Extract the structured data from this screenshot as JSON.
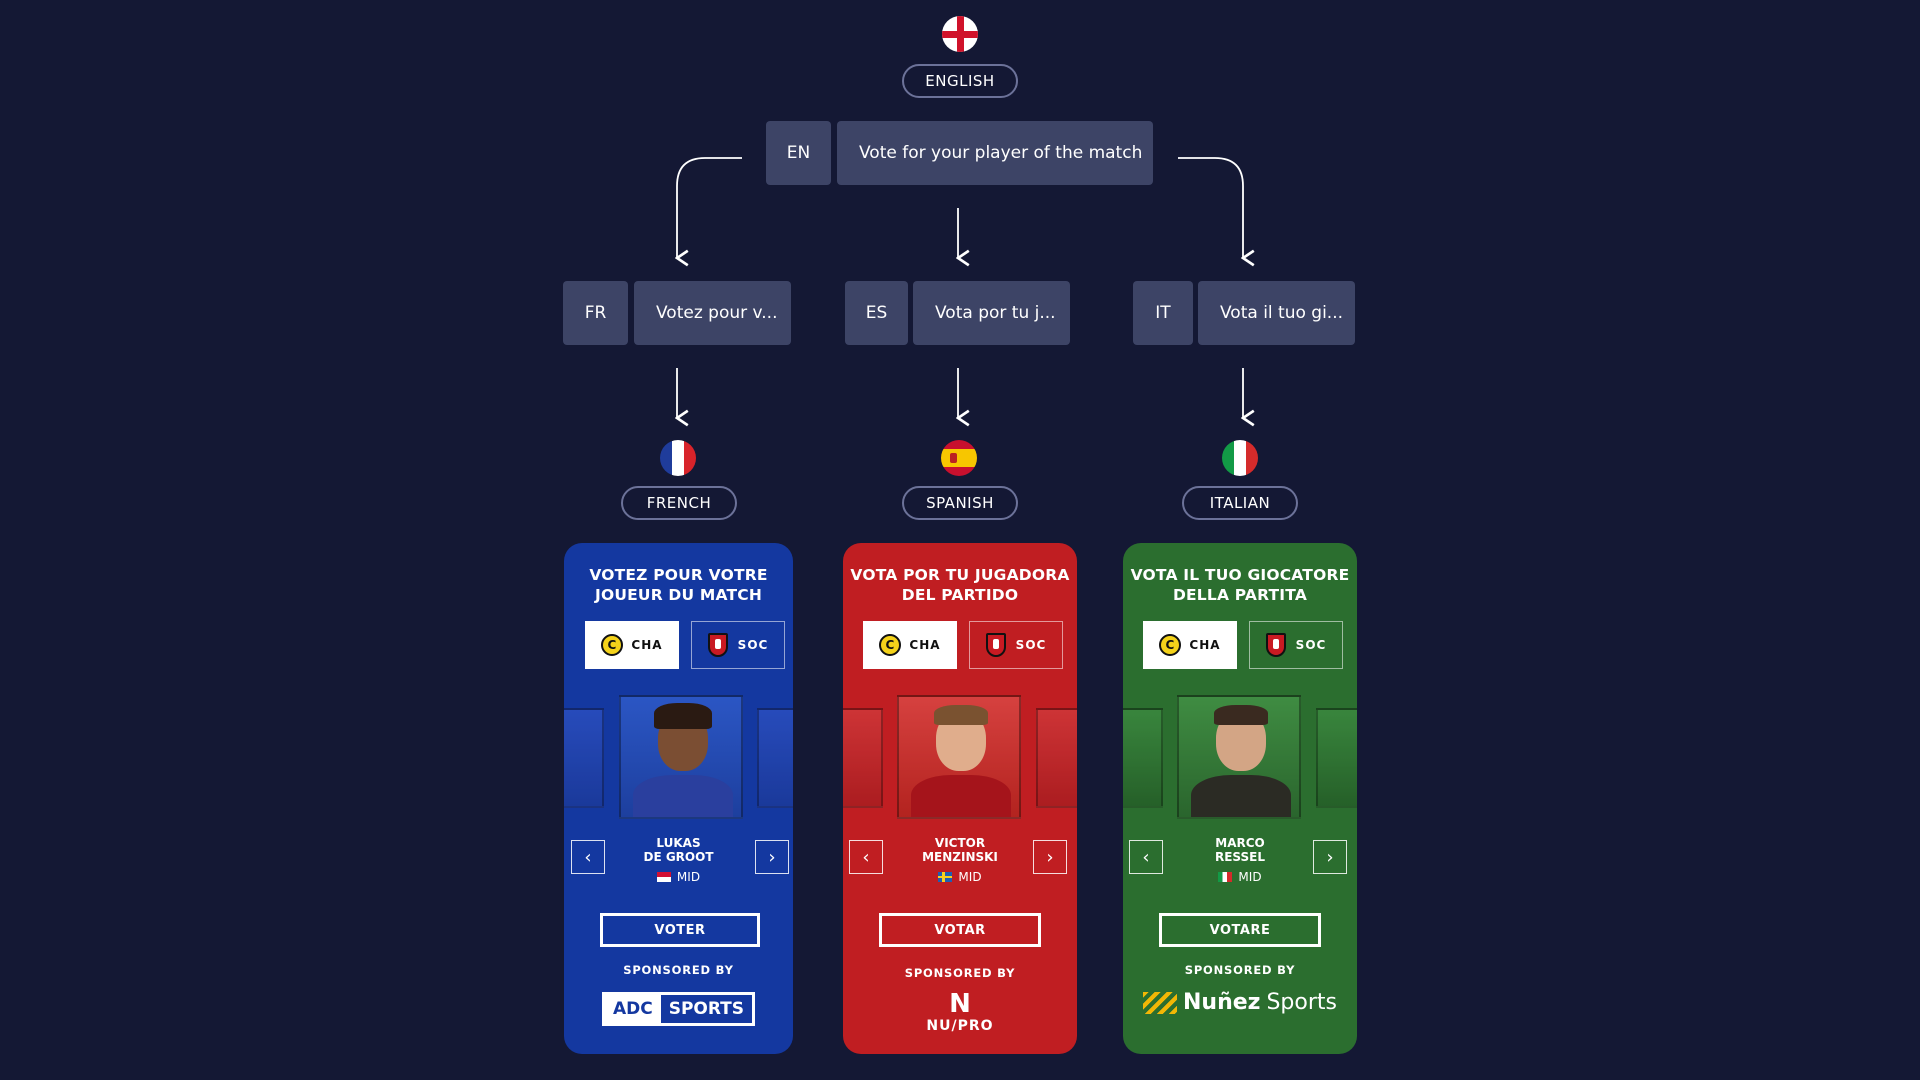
{
  "source": {
    "flag_icon": "england-flag-icon",
    "language_label": "ENGLISH",
    "code": "EN",
    "text": "Vote for your player of the match"
  },
  "translations": [
    {
      "code": "FR",
      "text": "Votez pour v...",
      "language_label": "FRENCH",
      "flag_icon": "france-flag-icon"
    },
    {
      "code": "ES",
      "text": "Vota por tu j...",
      "language_label": "SPANISH",
      "flag_icon": "spain-flag-icon"
    },
    {
      "code": "IT",
      "text": "Vota il tuo gi...",
      "language_label": "ITALIAN",
      "flag_icon": "italy-flag-icon"
    }
  ],
  "cards": [
    {
      "title_line1": "VOTEZ POUR VOTRE",
      "title_line2": "JOUEUR DU MATCH",
      "team_a": "CHA",
      "team_b": "SOC",
      "player_first": "LUKAS",
      "player_last": "DE GROOT",
      "position": "MID",
      "vote_label": "VOTER",
      "sponsored_by": "SPONSORED BY",
      "sponsor_part1": "ADC",
      "sponsor_part2": "SPORTS",
      "bg_color": "#1438a0",
      "player_flag_icon": "monaco-flag-icon"
    },
    {
      "title_line1": "VOTA POR TU JUGADORA",
      "title_line2": "DEL PARTIDO",
      "team_a": "CHA",
      "team_b": "SOC",
      "player_first": "VICTOR",
      "player_last": "MENZINSKI",
      "position": "MID",
      "vote_label": "VOTAR",
      "sponsored_by": "SPONSORED BY",
      "sponsor_part1": "NU/PRO",
      "bg_color": "#c01e22",
      "player_flag_icon": "sweden-flag-icon"
    },
    {
      "title_line1": "VOTA IL TUO GIOCATORE",
      "title_line2": "DELLA PARTITA",
      "team_a": "CHA",
      "team_b": "SOC",
      "player_first": "MARCO",
      "player_last": "RESSEL",
      "position": "MID",
      "vote_label": "VOTARE",
      "sponsored_by": "SPONSORED BY",
      "sponsor_part1": "Nuñez",
      "sponsor_part2": "Sports",
      "bg_color": "#2b6e2f",
      "player_flag_icon": "italy-flag-icon"
    }
  ],
  "colors": {
    "background": "#141834",
    "box": "#3d4466",
    "pill_border": "#6c7299",
    "connector": "#ffffff"
  }
}
